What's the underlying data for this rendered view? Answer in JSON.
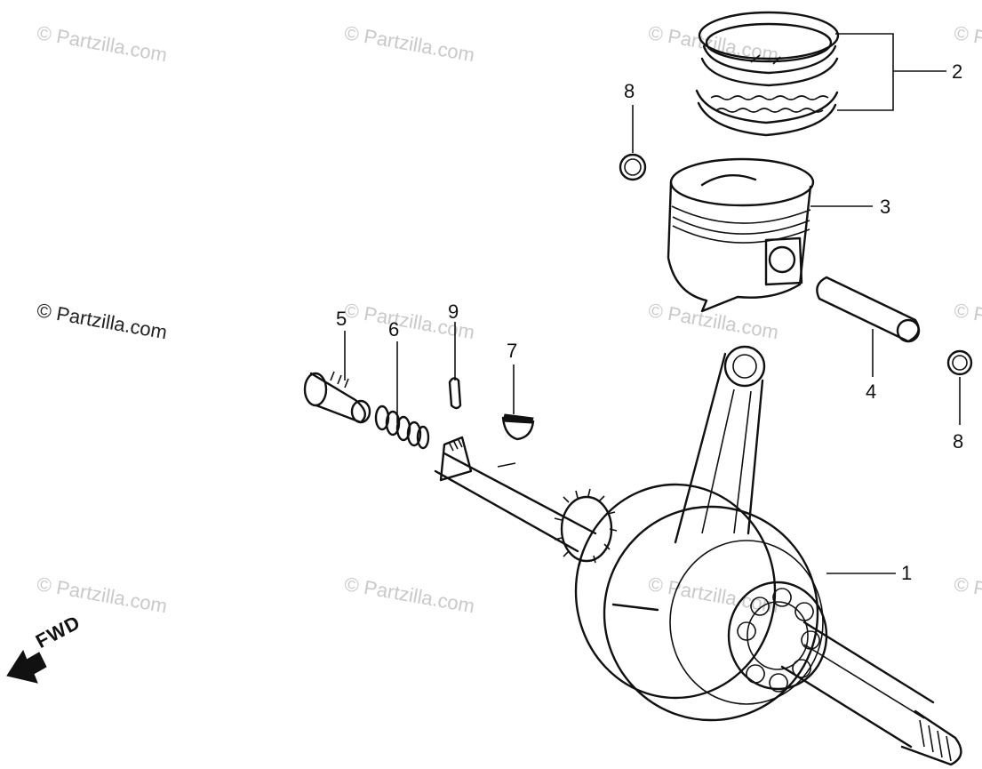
{
  "watermark": {
    "text": "© Partzilla.com"
  },
  "callouts": {
    "c1": "1",
    "c2": "2",
    "c3": "3",
    "c4": "4",
    "c5": "5",
    "c6": "6",
    "c7": "7",
    "c8a": "8",
    "c8b": "8",
    "c9": "9"
  },
  "direction_label": "FWD",
  "colors": {
    "ink": "#111111",
    "watermark": "#c9c9c9",
    "background": "#ffffff"
  }
}
